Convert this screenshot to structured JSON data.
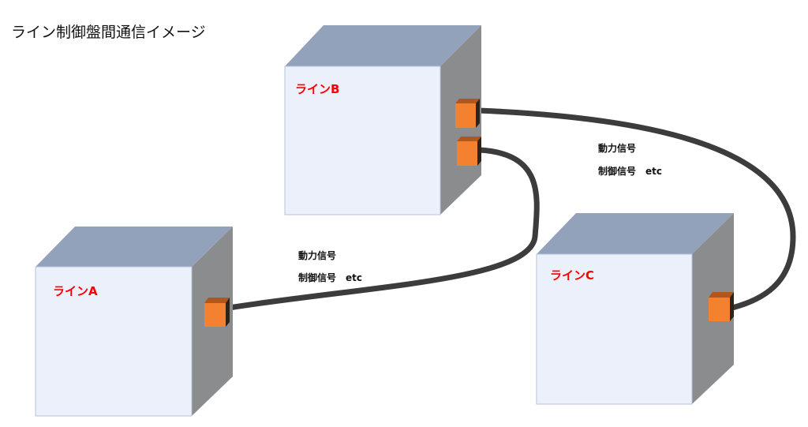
{
  "title": "ライン制御盤間通信イメージ",
  "cubes": {
    "a": {
      "label": "ラインA"
    },
    "b": {
      "label": "ラインB"
    },
    "c": {
      "label": "ラインC"
    }
  },
  "signals": {
    "ab": {
      "line1": "動力信号",
      "line2": "制御信号　etc"
    },
    "bc": {
      "line1": "動力信号",
      "line2": "制御信号　etc"
    }
  },
  "colors": {
    "front": "#ecf0fa",
    "top": "#93a2bb",
    "side": "#8a8c8e",
    "connector": "#f48130",
    "cable": "#3c3c3c",
    "label": "#ff0000"
  }
}
